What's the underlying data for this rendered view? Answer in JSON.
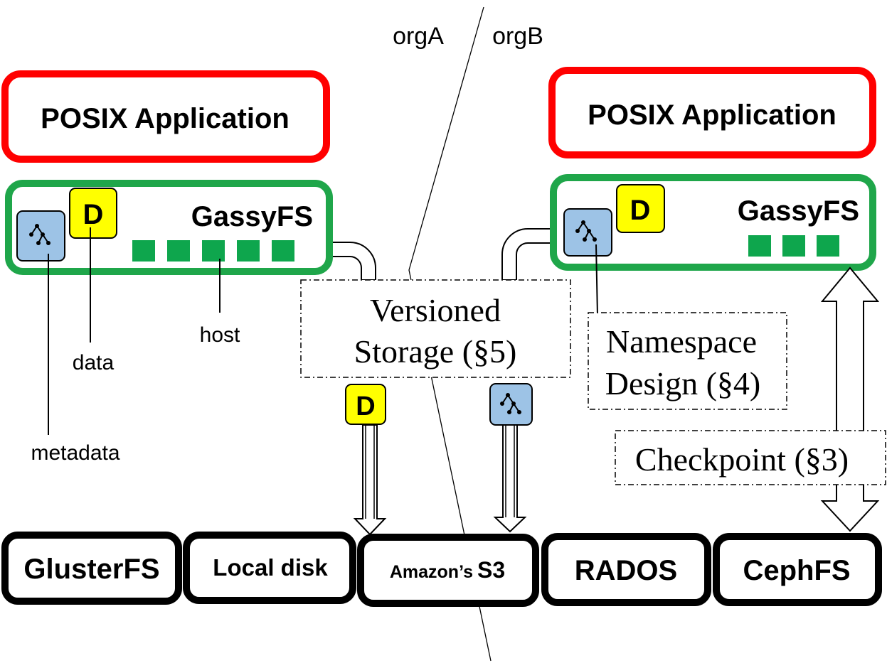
{
  "org_labels": {
    "left": "orgA",
    "right": "orgB"
  },
  "apps": {
    "left": {
      "label": "POSIX Application"
    },
    "right": {
      "label": "POSIX Application"
    }
  },
  "gassy": {
    "left": {
      "label": "GassyFS",
      "data_badge": "D",
      "host_count": 5
    },
    "right": {
      "label": "GassyFS",
      "data_badge": "D",
      "host_count": 3
    }
  },
  "legend": {
    "metadata": "metadata",
    "data": "data",
    "host": "host"
  },
  "callouts": {
    "versioned_line1": "Versioned",
    "versioned_line2": "Storage (§5)",
    "namespace_line1": "Namespace",
    "namespace_line2": "Design (§4)",
    "checkpoint": "Checkpoint (§3)"
  },
  "transfer_badges": {
    "data": "D"
  },
  "backends": {
    "glusterfs": "GlusterFS",
    "local_disk": "Local disk",
    "amazon_prefix": "Amazon’s",
    "amazon_suffix": "S3",
    "rados": "RADOS",
    "cephfs": "CephFS"
  },
  "colors": {
    "app_border": "#ff0000",
    "gassy_border": "#1fa64a",
    "host_fill": "#0ea64d",
    "data_badge_fill": "#ffff00",
    "metadata_icon_fill": "#9dc3e6",
    "backend_border": "#000000"
  }
}
